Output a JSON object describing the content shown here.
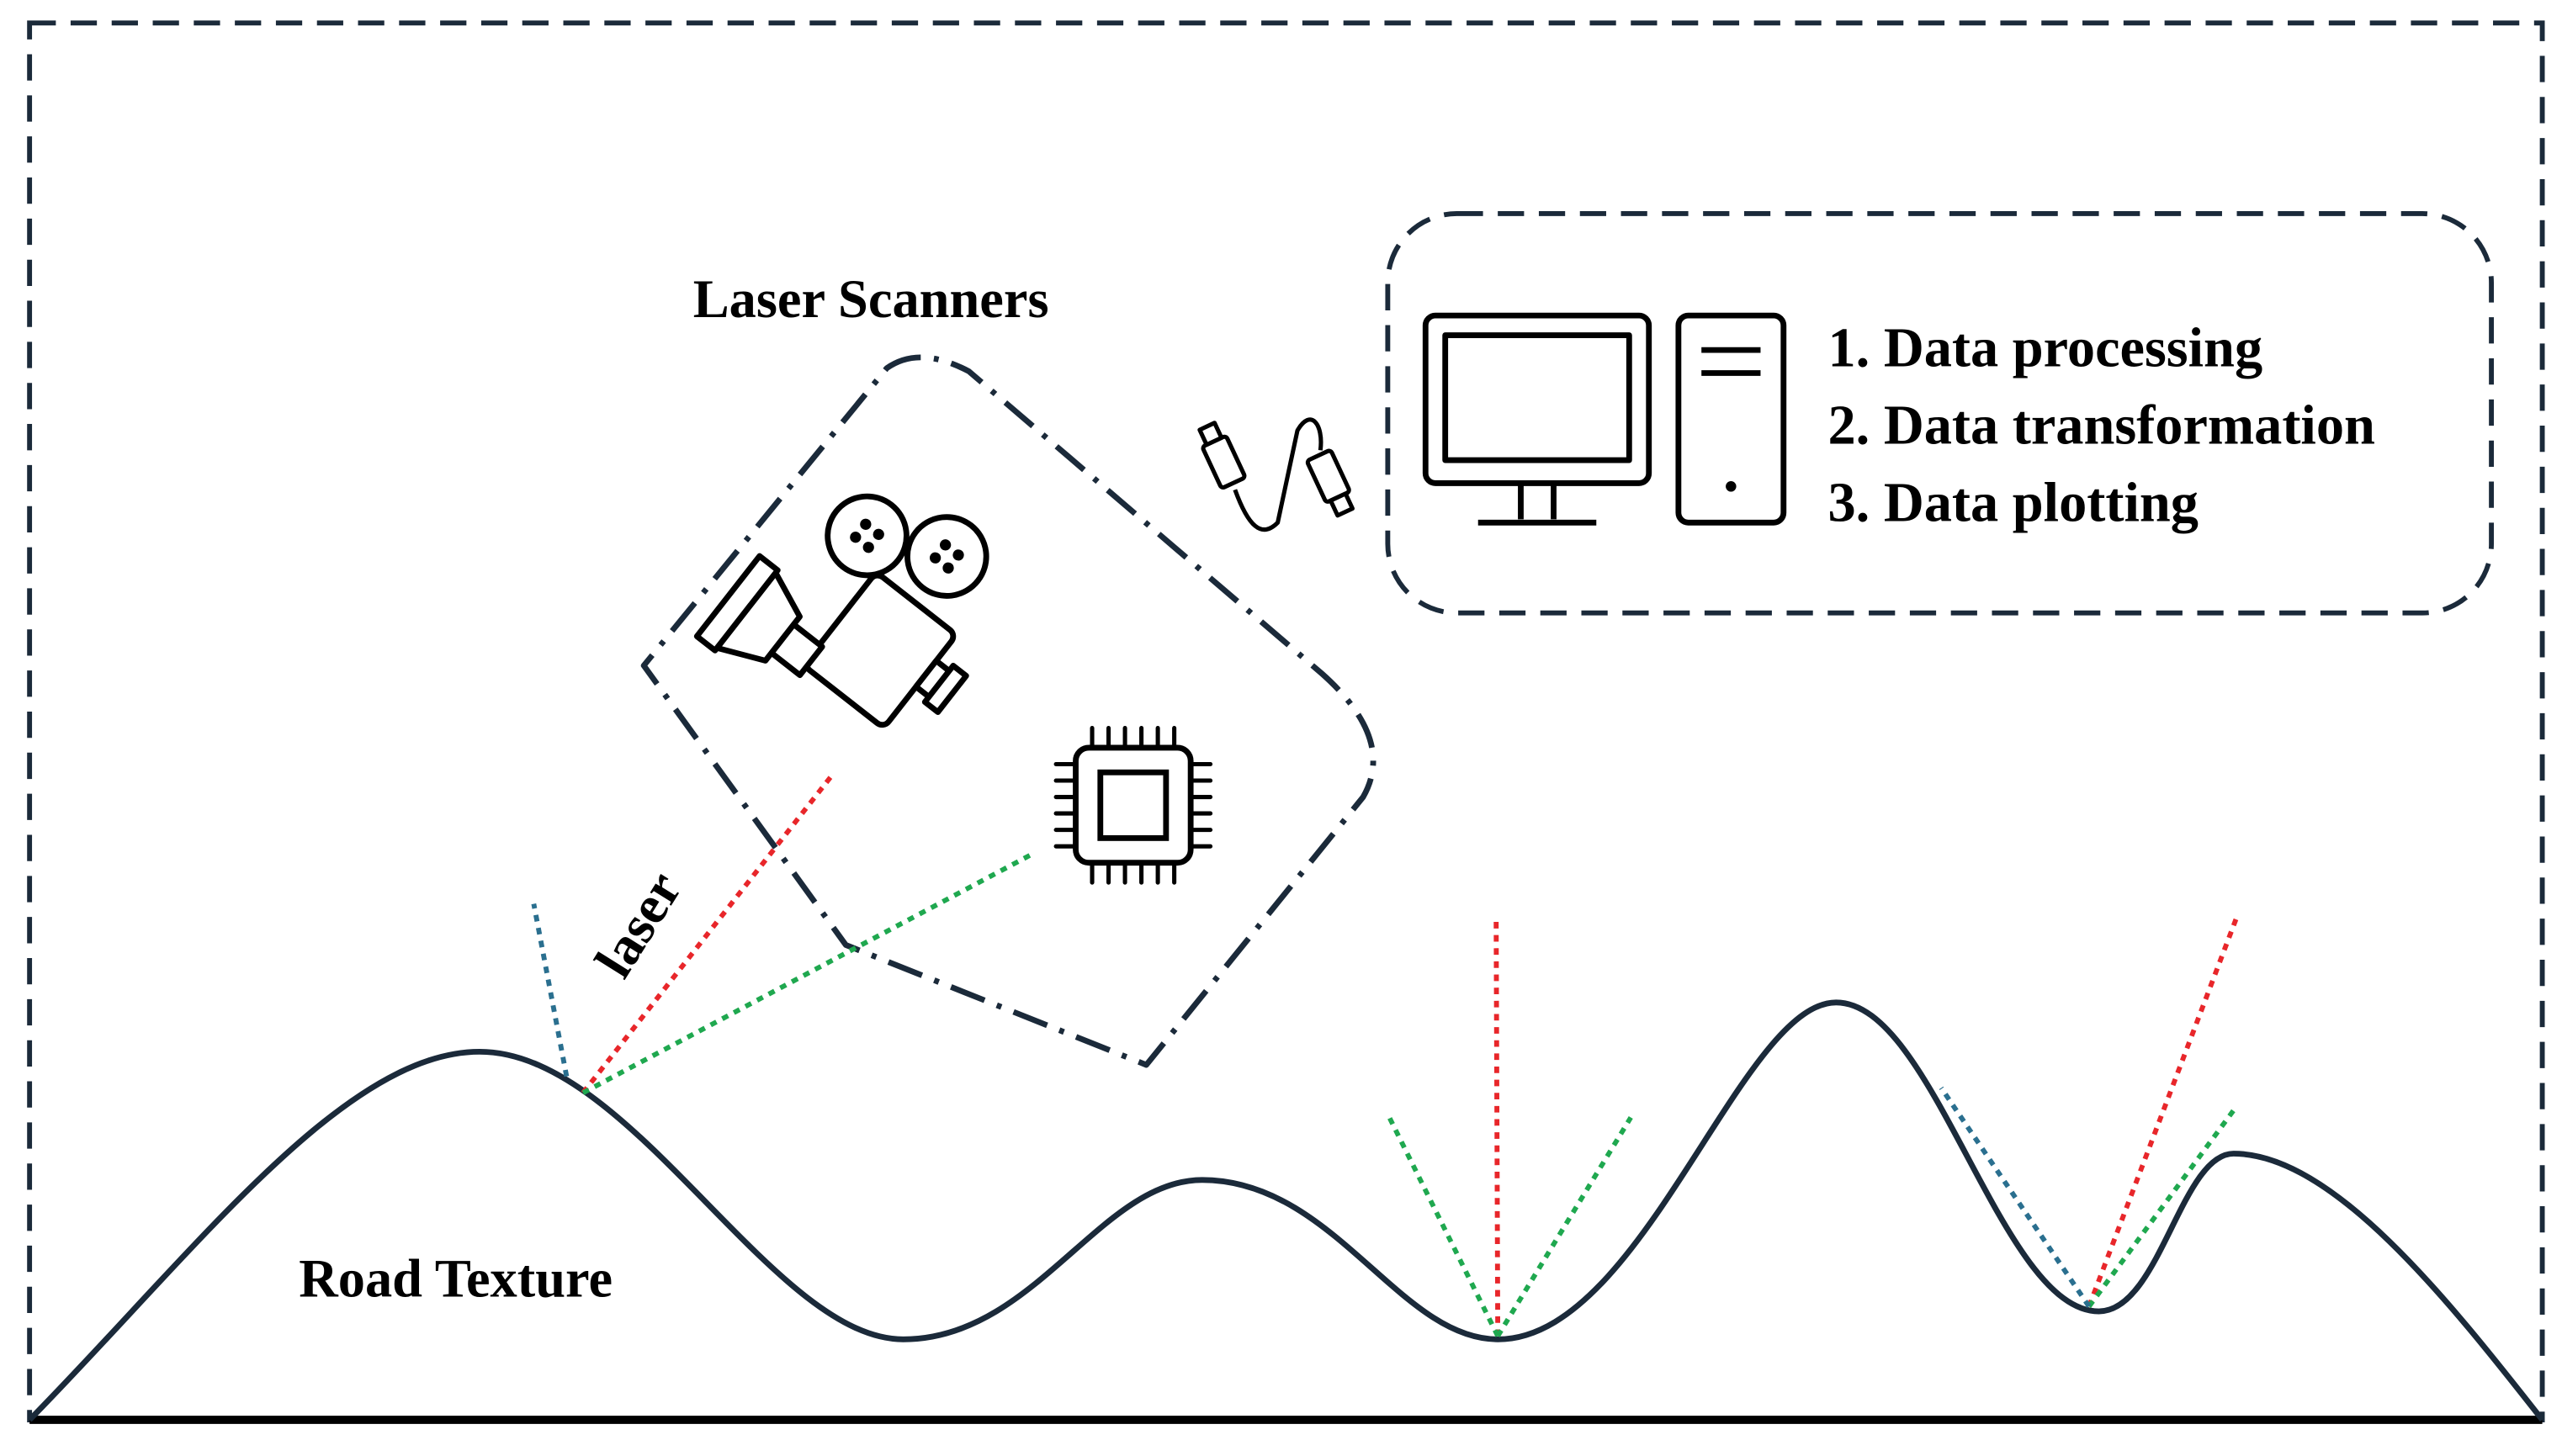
{
  "colors": {
    "outline": "#1b2a3a",
    "frame": "#1b2a3a",
    "ground": "#000000",
    "laser_red": "#e8262a",
    "laser_green": "#1fa84f",
    "laser_blue": "#2a6f8f"
  },
  "labels": {
    "laser_scanners": "Laser Scanners",
    "laser": "laser",
    "road_texture": "Road Texture"
  },
  "processing": {
    "steps": [
      "1. Data processing",
      "2. Data transformation",
      "3. Data plotting"
    ]
  },
  "icons": {
    "camera": "film-camera-icon",
    "chip": "cpu-chip-icon",
    "cable": "usb-cable-icon",
    "monitor": "monitor-icon",
    "tower": "pc-tower-icon"
  }
}
